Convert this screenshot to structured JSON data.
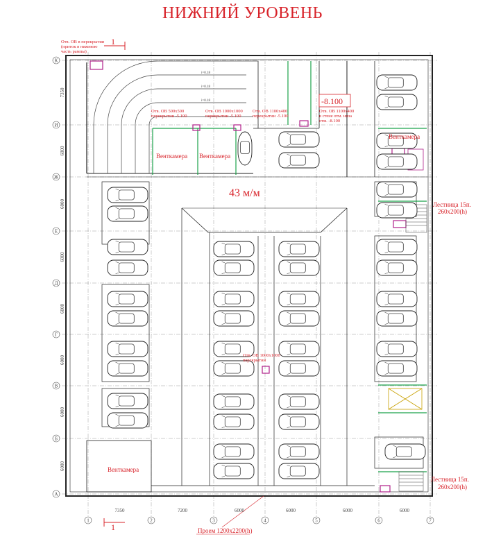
{
  "title": "НИЖНИЙ УРОВЕНЬ",
  "spaces_label": "43 м/м",
  "elevation": "-8.100",
  "row_axes": [
    "А",
    "Б",
    "В",
    "Г",
    "Д",
    "Е",
    "Ж",
    "И",
    "К"
  ],
  "col_axes": [
    "1",
    "2",
    "3",
    "4",
    "5",
    "6",
    "7"
  ],
  "col_dims": [
    "7350",
    "7200",
    "6000",
    "6000",
    "6000",
    "6000"
  ],
  "row_dims": [
    "6000",
    "6000",
    "6000",
    "6000",
    "6000",
    "6000",
    "6000",
    "7350"
  ],
  "vent_label": "Венткамера",
  "stair_label": "Лестница 15п.",
  "stair_size": "260х200(h)",
  "opening_label": "Проем 1200х2200(h)",
  "section_mark": "1",
  "notes": {
    "top_left": [
      "Отв. ОВ в перекрытии",
      "(приток в нижнюю",
      "часть рампы)"
    ],
    "ov500": [
      "Отв. ОВ 500х500",
      "перекрытии -5.100"
    ],
    "ov1000": [
      "Отв. ОВ 1000х1000",
      "перекрытии -5.100"
    ],
    "ov1100a": [
      "Отв. ОВ 1100х400",
      "перекрытии -5.100"
    ],
    "ov1100b": [
      "Отв. ОВ 1100х400",
      "в стене отм. низа",
      "отм. -8.100"
    ],
    "ov_center": [
      "Отв. ОВ 1000х1000",
      "перекрытии"
    ]
  },
  "ramp_slope": "i=0.18"
}
